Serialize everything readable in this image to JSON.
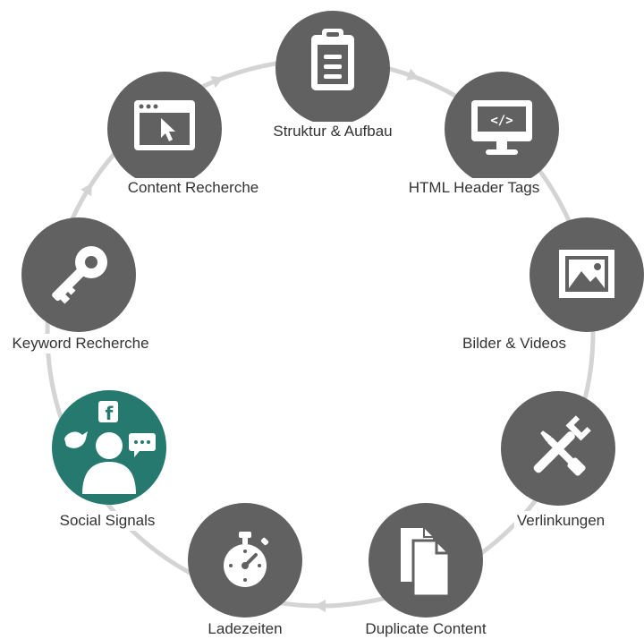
{
  "diagram": {
    "colors": {
      "node": "#616161",
      "highlight": "#26796f",
      "ring": "#d4d4d4",
      "text": "#333333"
    },
    "nodes": [
      {
        "id": "struktur",
        "label": "Struktur & Aufbau",
        "icon": "clipboard-icon"
      },
      {
        "id": "html",
        "label": "HTML Header Tags",
        "icon": "code-monitor-icon"
      },
      {
        "id": "bilder",
        "label": "Bilder & Videos",
        "icon": "image-icon"
      },
      {
        "id": "verlinkungen",
        "label": "Verlinkungen",
        "icon": "tools-icon"
      },
      {
        "id": "duplicate",
        "label": "Duplicate Content",
        "icon": "documents-icon"
      },
      {
        "id": "ladezeiten",
        "label": "Ladezeiten",
        "icon": "stopwatch-icon"
      },
      {
        "id": "social",
        "label": "Social Signals",
        "icon": "social-user-icon",
        "highlighted": true
      },
      {
        "id": "keyword",
        "label": "Keyword Recherche",
        "icon": "key-icon"
      },
      {
        "id": "content",
        "label": "Content Recherche",
        "icon": "browser-cursor-icon"
      }
    ]
  }
}
